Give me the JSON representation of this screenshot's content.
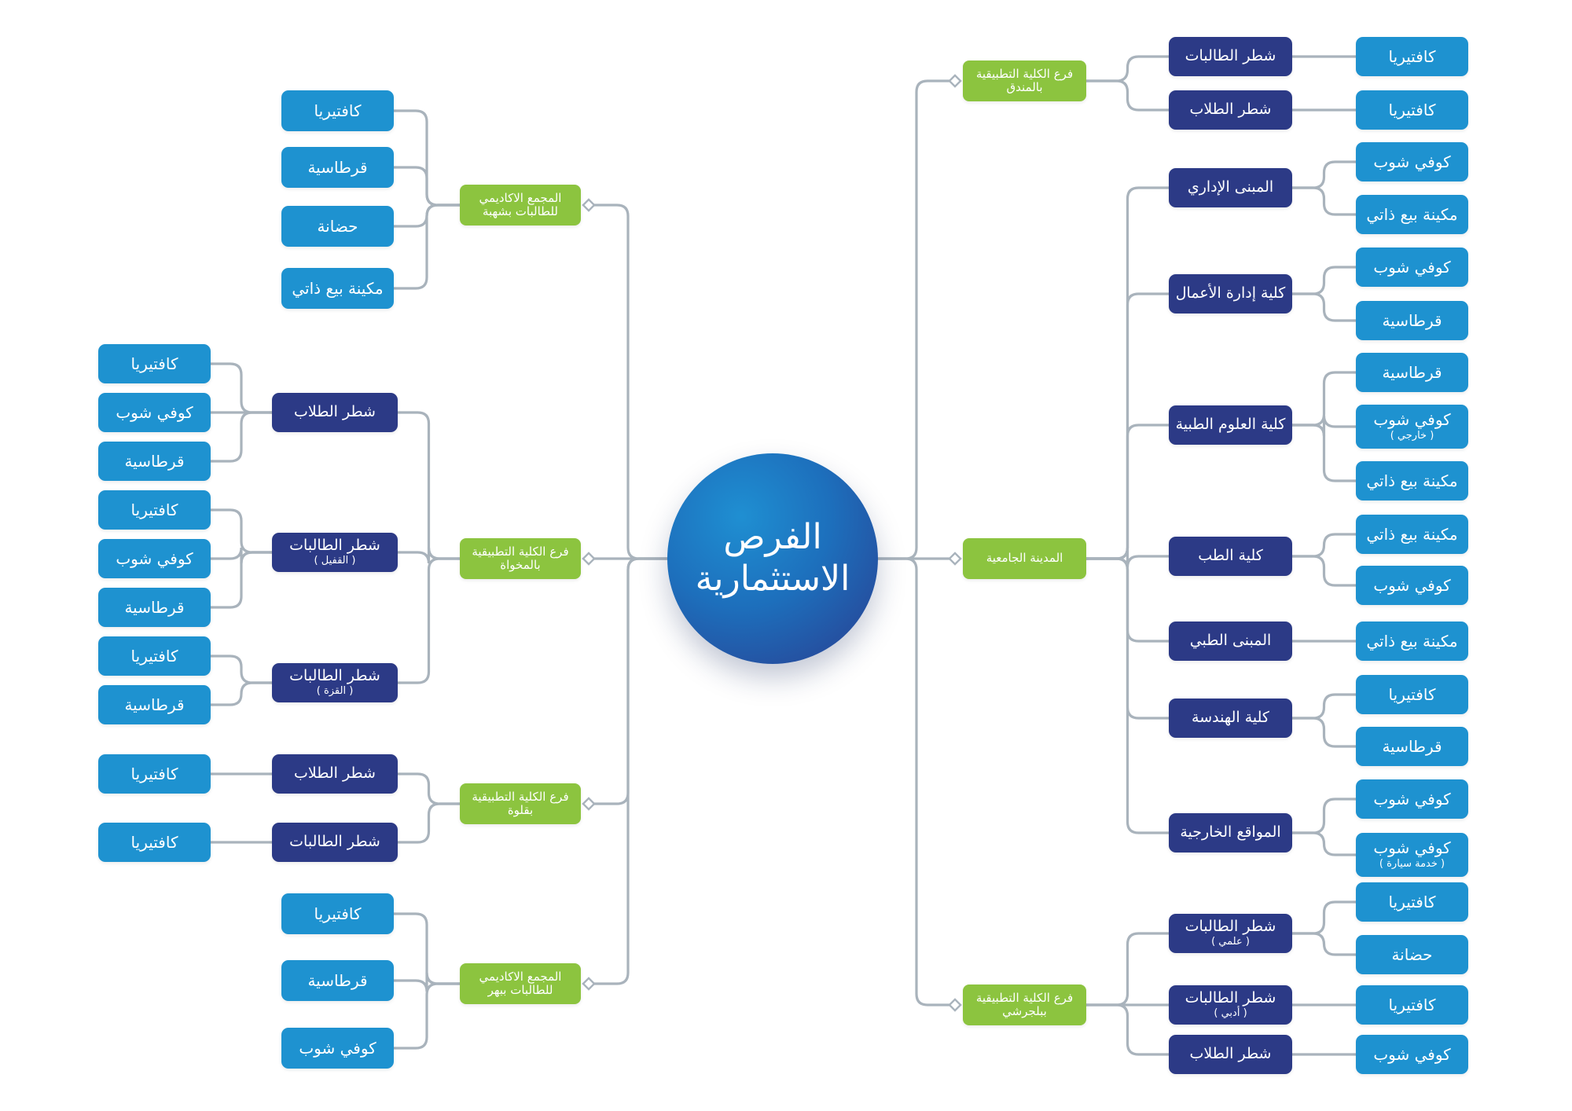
{
  "title": "الفرص الاستثمارية",
  "colors": {
    "level1": "#8cc43f",
    "level2": "#2c3a86",
    "level3": "#1e92d0",
    "connector": "#a9b3bc",
    "center_from": "#1f8fd2",
    "center_to": "#2a3d8f"
  },
  "left": [
    {
      "label": "المجمع الاكاديمي للطالبات بشهبة",
      "children": [
        {
          "label": "كافتيريا"
        },
        {
          "label": "قرطاسية"
        },
        {
          "label": "حضانة"
        },
        {
          "label": "مكينة بيع ذاتي"
        }
      ]
    },
    {
      "label": "فرع الكلية التطبيقية بالمخواة",
      "children": [
        {
          "label": "شطر الطلاب",
          "children": [
            {
              "label": "كافتيريا"
            },
            {
              "label": "كوفي شوب"
            },
            {
              "label": "قرطاسية"
            }
          ]
        },
        {
          "label": "شطر الطالبات",
          "sub": "( القفيل )",
          "children": [
            {
              "label": "كافتيريا"
            },
            {
              "label": "كوفي شوب"
            },
            {
              "label": "قرطاسية"
            }
          ]
        },
        {
          "label": "شطر الطالبات",
          "sub": "( القزة )",
          "children": [
            {
              "label": "كافتيريا"
            },
            {
              "label": "قرطاسية"
            }
          ]
        }
      ]
    },
    {
      "label": "فرع الكلية التطبيقية بقلوة",
      "children": [
        {
          "label": "شطر الطلاب",
          "children": [
            {
              "label": "كافتيريا"
            }
          ]
        },
        {
          "label": "شطر الطالبات",
          "children": [
            {
              "label": "كافتيريا"
            }
          ]
        }
      ]
    },
    {
      "label": "المجمع الاكاديمي للطالبات ببهر",
      "children": [
        {
          "label": "كافتيريا"
        },
        {
          "label": "قرطاسية"
        },
        {
          "label": "كوفي شوب"
        }
      ]
    }
  ],
  "right": [
    {
      "label": "فرع الكلية التطبيقية بالمندق",
      "children": [
        {
          "label": "شطر الطالبات",
          "children": [
            {
              "label": "كافتيريا"
            }
          ]
        },
        {
          "label": "شطر الطلاب",
          "children": [
            {
              "label": "كافتيريا"
            }
          ]
        }
      ]
    },
    {
      "label": "المدينة الجامعية",
      "children": [
        {
          "label": "المبنى الإداري",
          "children": [
            {
              "label": "كوفي شوب"
            },
            {
              "label": "مكينة بيع ذاتي"
            }
          ]
        },
        {
          "label": "كلية إدارة الأعمال",
          "children": [
            {
              "label": "كوفي شوب"
            },
            {
              "label": "قرطاسية"
            }
          ]
        },
        {
          "label": "كلية العلوم الطبية",
          "children": [
            {
              "label": "قرطاسية"
            },
            {
              "label": "كوفي شوب",
              "sub": "( خارجي )"
            },
            {
              "label": "مكينة بيع ذاتي"
            }
          ]
        },
        {
          "label": "كلية الطب",
          "children": [
            {
              "label": "مكينة بيع ذاتي"
            },
            {
              "label": "كوفي شوب"
            }
          ]
        },
        {
          "label": "المبنى الطبي",
          "children": [
            {
              "label": "مكينة بيع ذاتي"
            }
          ]
        },
        {
          "label": "كلية الهندسة",
          "children": [
            {
              "label": "كافتيريا"
            },
            {
              "label": "قرطاسية"
            }
          ]
        },
        {
          "label": "المواقع الخارجية",
          "children": [
            {
              "label": "كوفي شوب"
            },
            {
              "label": "كوفي شوب",
              "sub": "( خدمة سيارة )"
            }
          ]
        }
      ]
    },
    {
      "label": "فرع الكلية التطبيقية ببلجرشي",
      "children": [
        {
          "label": "شطر الطالبات",
          "sub": "( علمي )",
          "children": [
            {
              "label": "كافتيريا"
            },
            {
              "label": "حضانة"
            }
          ]
        },
        {
          "label": "شطر الطالبات",
          "sub": "( أدبي )",
          "children": [
            {
              "label": "كافتيريا"
            }
          ]
        },
        {
          "label": "شطر الطلاب",
          "children": [
            {
              "label": "كوفي شوب"
            }
          ]
        }
      ]
    }
  ]
}
